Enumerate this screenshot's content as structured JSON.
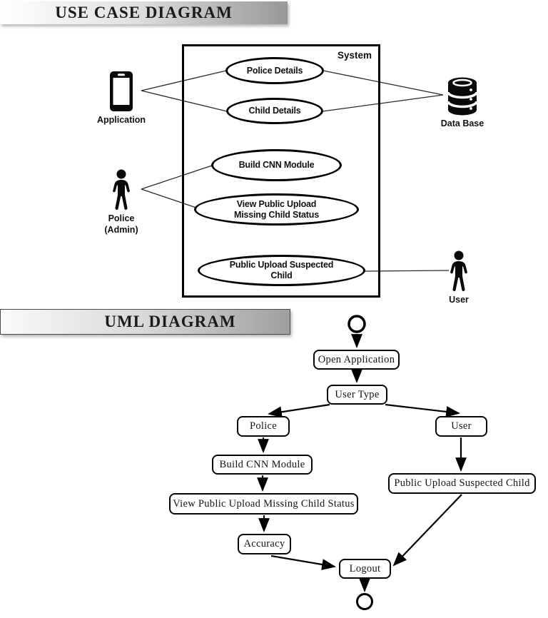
{
  "colors": {
    "ink": "#000000",
    "title_gradient_start": "#ffffff",
    "title_gradient_end": "#989898"
  },
  "use_case": {
    "title": "USE CASE DIAGRAM",
    "system_label": "System",
    "use_cases": [
      {
        "line1": "Police Details",
        "line2": ""
      },
      {
        "line1": "Child Details",
        "line2": ""
      },
      {
        "line1": "Build CNN Module",
        "line2": ""
      },
      {
        "line1": "View Public Upload",
        "line2": "Missing Child Status"
      },
      {
        "line1": "Public Upload Suspected",
        "line2": "Child"
      }
    ],
    "actors": [
      {
        "label": "Application",
        "label2": "",
        "icon": "smartphone-icon"
      },
      {
        "label": "Data Base",
        "label2": "",
        "icon": "database-icon"
      },
      {
        "label": "Police",
        "label2": "(Admin)",
        "icon": "person-icon"
      },
      {
        "label": "User",
        "label2": "",
        "icon": "person-icon"
      }
    ]
  },
  "uml": {
    "title": "UML DIAGRAM",
    "nodes": [
      {
        "label": "Open Application"
      },
      {
        "label": "User Type"
      },
      {
        "label": "Police"
      },
      {
        "label": "User"
      },
      {
        "label": "Build CNN Module"
      },
      {
        "label": "Public Upload Suspected Child"
      },
      {
        "label": "View Public Upload Missing Child Status"
      },
      {
        "label": "Accuracy"
      },
      {
        "label": "Logout"
      }
    ]
  }
}
